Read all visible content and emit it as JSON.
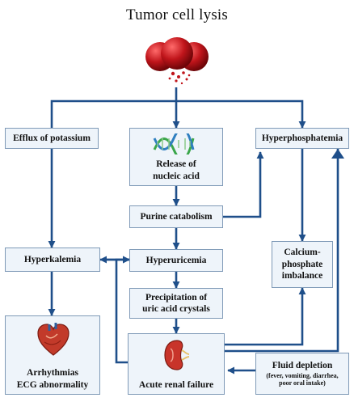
{
  "title": "Tumor cell lysis",
  "nodes": {
    "efflux": "Efflux of potassium",
    "release": [
      "Release of",
      "nucleic acid"
    ],
    "hyperphosphatemia": "Hyperphosphatemia",
    "purine": "Purine catabolism",
    "hyperkalemia": "Hyperkalemia",
    "hyperuricemia": "Hyperuricemia",
    "calcium": [
      "Calcium-",
      "phosphate",
      "imbalance"
    ],
    "precipitation": [
      "Precipitation of",
      "uric acid crystals"
    ],
    "arrhythmias": [
      "Arrhythmias",
      "ECG abnormality"
    ],
    "renal": "Acute renal failure",
    "fluid": "Fluid depletion",
    "fluid_sub": [
      "(fever, vomiting, diarrhea,",
      "poor oral intake)"
    ]
  },
  "icons": {
    "top": "tumor-cells-icon",
    "dna": "dna-helix-icon",
    "heart": "heart-icon",
    "kidney": "kidney-icon"
  },
  "colors": {
    "arrow": "#1f4f8a",
    "box_fill": "#eef4fa",
    "box_border": "#7f9ab7",
    "cell_red": "#c0151b"
  }
}
